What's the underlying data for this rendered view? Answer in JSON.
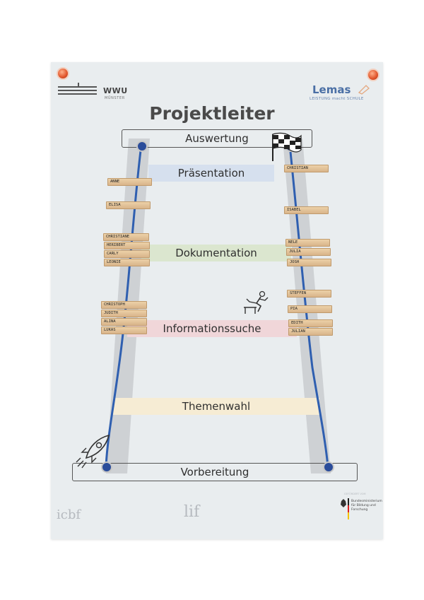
{
  "logos": {
    "university": {
      "name": "WWU",
      "subtitle": "MÜNSTER"
    },
    "program": {
      "name": "Lemas",
      "tagline": "LEISTUNG macht SCHULE"
    },
    "footer_left": "icbf",
    "footer_middle": "lif",
    "footer_right": {
      "supported_by": "GEFÖRDERT VOM",
      "ministry": "Bundesministerium für Bildung und Forschung"
    }
  },
  "title": "Projektleiter",
  "steps": {
    "top": "Auswertung",
    "presentation": "Präsentation",
    "documentation": "Dokumentation",
    "research": "Informationssuche",
    "topic": "Themenwahl",
    "bottom": "Vorbereitung"
  },
  "colors": {
    "presentation": "#d6e0ee",
    "documentation": "#dbe6cf",
    "research": "#f0d6d9",
    "topic": "#f6ecd4",
    "rope": "#2f5fb0"
  },
  "icons": [
    "checkered-flag-icon",
    "hurdle-runner-icon",
    "rocket-icon"
  ],
  "left_pegs": [
    "ANNE",
    "ELISA",
    "CHRISTIANE",
    "HERIBERT",
    "CARLY",
    "LEONIE",
    "CHRISTOPH",
    "JUDITH",
    "ALINA",
    "LUKAS"
  ],
  "right_pegs": [
    "CHRISTIAN",
    "ISABEL",
    "NELE",
    "JULIA",
    "JOSH",
    "STEFFEN",
    "PIA",
    "EDITH",
    "JULIAN"
  ]
}
